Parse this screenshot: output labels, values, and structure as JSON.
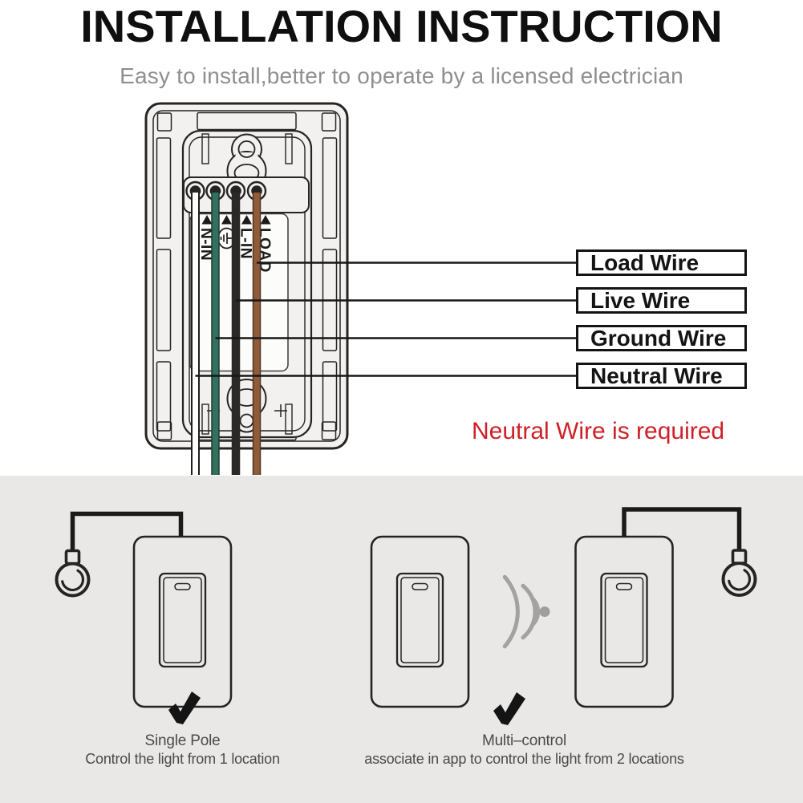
{
  "header": {
    "title": "INSTALLATION INSTRUCTION",
    "subtitle": "Easy to install,better to operate by a licensed electrician"
  },
  "diagram": {
    "terminal_labels": {
      "neutral": "N-IN",
      "live": "L-IN",
      "load": "LOAD"
    },
    "wires": [
      {
        "name": "neutral wire",
        "color_name": "white",
        "hex": "#ffffff",
        "terminal": "N-IN"
      },
      {
        "name": "ground wire",
        "color_name": "green",
        "hex": "#34705e",
        "terminal": "earth-ground-symbol"
      },
      {
        "name": "live wire",
        "color_name": "black",
        "hex": "#2a2927",
        "terminal": "L-IN"
      },
      {
        "name": "load wire",
        "color_name": "brown",
        "hex": "#8e5c3a",
        "terminal": "LOAD"
      }
    ],
    "callouts": {
      "load": "Load Wire",
      "live": "Live Wire",
      "ground": "Ground Wire",
      "neutral": "Neutral Wire"
    },
    "note": "Neutral Wire is required",
    "note_color": "#ce2026"
  },
  "scenarios": {
    "single": {
      "title": "Single Pole",
      "description": "Control the light from 1 location"
    },
    "multi": {
      "title": "Multi–control",
      "description": "associate in app to control the light from 2 locations"
    }
  },
  "colors": {
    "band_background": "#e9e8e6",
    "wifi_gray": "#a2a2a2",
    "line_black": "#242424"
  }
}
